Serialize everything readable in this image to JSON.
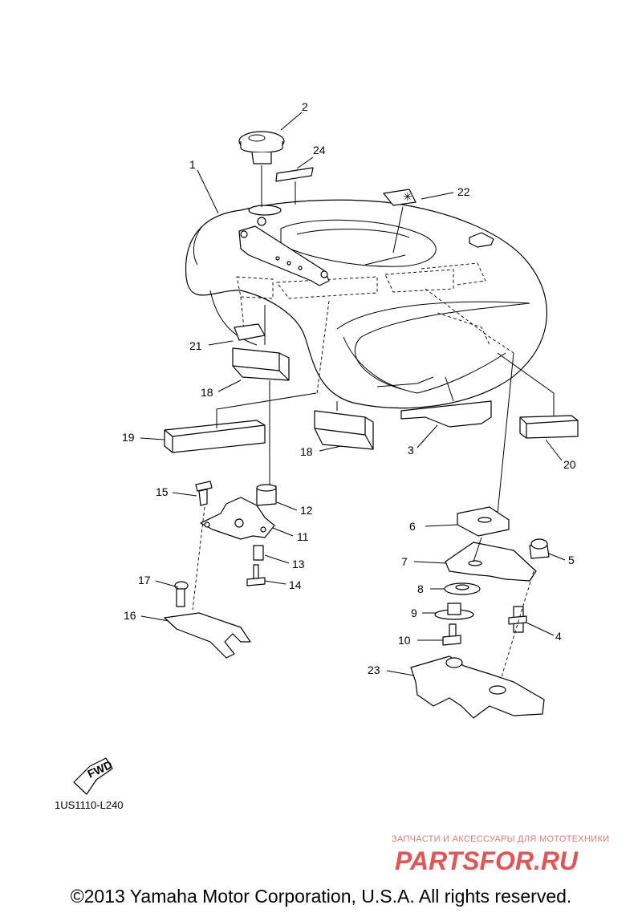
{
  "callouts": {
    "c1": "1",
    "c2": "2",
    "c3": "3",
    "c4": "4",
    "c5": "5",
    "c6": "6",
    "c7": "7",
    "c8": "8",
    "c9": "9",
    "c10": "10",
    "c11": "11",
    "c12": "12",
    "c13": "13",
    "c14": "14",
    "c15": "15",
    "c16": "16",
    "c17": "17",
    "c18a": "18",
    "c18b": "18",
    "c19": "19",
    "c20": "20",
    "c21": "21",
    "c22": "22",
    "c23": "23",
    "c24": "24"
  },
  "fwd_label": "FWD",
  "diagram_code": "1US1110-L240",
  "watermark": {
    "tagline": "ЗАПЧАСТИ И АКСЕССУАРЫ ДЛЯ МОТОТЕХНИКИ",
    "brand": "PARTSFOR.RU"
  },
  "copyright": "©2013 Yamaha Motor Corporation, U.S.A. All rights reserved.",
  "colors": {
    "line": "#000000",
    "watermark": "#e05555"
  }
}
